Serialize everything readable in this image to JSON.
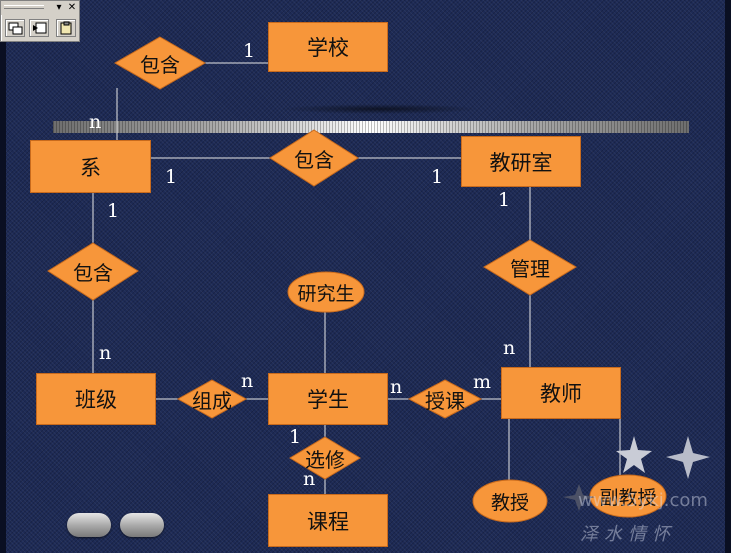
{
  "entities": {
    "school": "学校",
    "department": "系",
    "office": "教研室",
    "class": "班级",
    "student": "学生",
    "teacher": "教师",
    "course": "课程"
  },
  "relationships": {
    "dept_school": "包含",
    "dept_office": "包含",
    "dept_class": "包含",
    "office_teacher": "管理",
    "class_student": "组成",
    "student_teacher": "授课",
    "student_course": "选修"
  },
  "attributes": {
    "graduate": "研究生",
    "professor": "教授",
    "assoc_professor": "副教授"
  },
  "cardinalities": {
    "school_one": "1",
    "dept_n_school": "n",
    "dept_one_office": "1",
    "office_one_dept": "1",
    "dept_one_class": "1",
    "class_n": "n",
    "office_one_teacher": "1",
    "teacher_n": "n",
    "student_n_class": "n",
    "student_n_teacher": "n",
    "teacher_m": "m",
    "student_one_course": "1",
    "course_n": "n"
  },
  "watermark": {
    "url": "www.5ykj.com",
    "text": "泽水情怀"
  },
  "colors": {
    "background": "#1d2a55",
    "shape_fill": "#f7963a",
    "line": "#e6e6e6"
  }
}
